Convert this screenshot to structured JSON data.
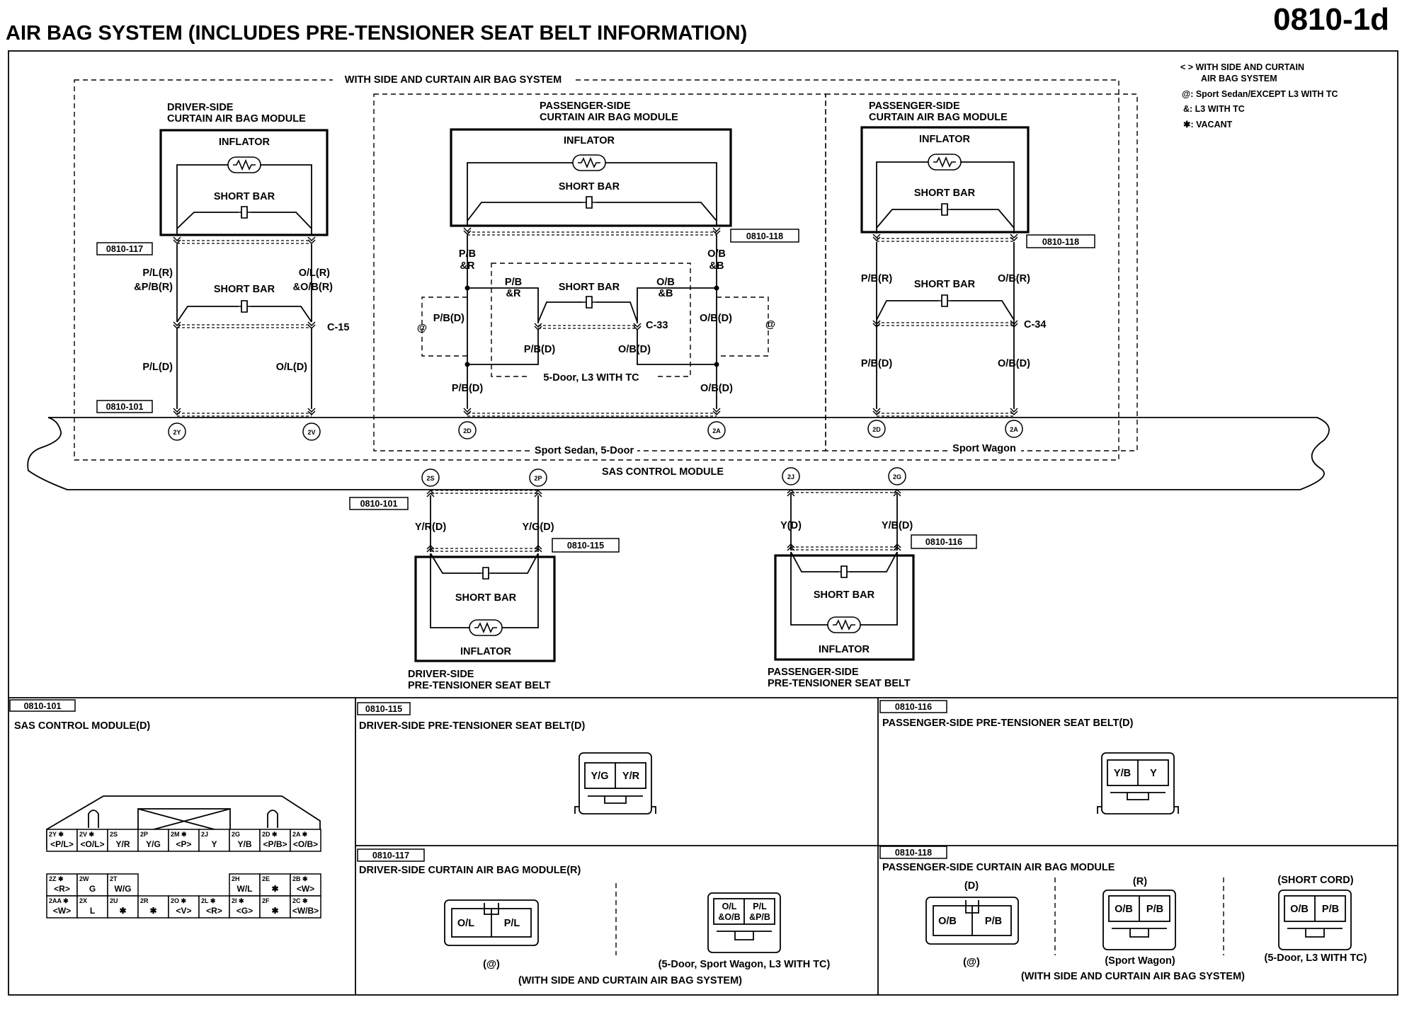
{
  "page": {
    "title": "AIR BAG SYSTEM (INCLUDES PRE-TENSIONER SEAT BELT INFORMATION)",
    "page_number": "0810-1d"
  },
  "legend": {
    "line1": "< > WITH SIDE AND CURTAIN",
    "line2": "AIR BAG SYSTEM",
    "line3": "@: Sport Sedan/EXCEPT L3 WITH TC",
    "line4": "&: L3 WITH TC",
    "line5": "✱: VACANT"
  },
  "labels": {
    "with_side_curtain": "WITH SIDE AND CURTAIN AIR BAG SYSTEM",
    "driver_curtain_1": "DRIVER-SIDE",
    "driver_curtain_2": "CURTAIN AIR BAG MODULE",
    "pass_curtain_1": "PASSENGER-SIDE",
    "pass_curtain_2": "CURTAIN AIR BAG MODULE",
    "inflator": "INFLATOR",
    "short_bar": "SHORT BAR",
    "ref_117": "0810-117",
    "ref_118": "0810-118",
    "ref_101": "0810-101",
    "ref_115": "0810-115",
    "ref_116": "0810-116",
    "pl_r": "P/L(R)",
    "pb_r_amp": "&P/B(R)",
    "ol_r": "O/L(R)",
    "ob_r_amp": "&O/B(R)",
    "c15": "C-15",
    "c33": "C-33",
    "c34": "C-34",
    "pl_d": "P/L(D)",
    "ol_d": "O/L(D)",
    "pb": "P/B",
    "amp_r": "&R",
    "ob": "O/B",
    "amp_b": "&B",
    "pb_d": "P/B(D)",
    "ob_d": "O/B(D)",
    "pb_r": "P/B(R)",
    "ob_r": "O/B(R)",
    "at": "@",
    "five_door_l3": "5-Door, L3 WITH TC",
    "sport_sedan_5door": "Sport Sedan, 5-Door",
    "sport_wagon": "Sport Wagon",
    "sas_control_module": "SAS CONTROL MODULE",
    "t_2y": "2Y",
    "t_2v": "2V",
    "t_2d": "2D",
    "t_2a": "2A",
    "t_2s": "2S",
    "t_2p": "2P",
    "t_2j": "2J",
    "t_2g": "2G",
    "yr_d": "Y/R(D)",
    "yg_d": "Y/G(D)",
    "y_d": "Y(D)",
    "yb_d": "Y/B(D)",
    "driver_pt_1": "DRIVER-SIDE",
    "driver_pt_2": "PRE-TENSIONER SEAT BELT",
    "pass_pt_1": "PASSENGER-SIDE",
    "pass_pt_2": "PRE-TENSIONER SEAT BELT"
  },
  "panels": {
    "p101": {
      "ref": "0810-101",
      "title": "SAS CONTROL MODULE(D)"
    },
    "p115": {
      "ref": "0810-115",
      "title": "DRIVER-SIDE PRE-TENSIONER SEAT BELT(D)",
      "pins": [
        "Y/G",
        "Y/R"
      ]
    },
    "p116": {
      "ref": "0810-116",
      "title": "PASSENGER-SIDE PRE-TENSIONER SEAT BELT(D)",
      "pins": [
        "Y/B",
        "Y"
      ]
    },
    "p117": {
      "ref": "0810-117",
      "title": "DRIVER-SIDE CURTAIN AIR BAG MODULE(R)",
      "pins_a": [
        "O/L",
        "P/L"
      ],
      "pins_b1": [
        "O/L",
        "&O/B"
      ],
      "pins_b2": [
        "P/L",
        "&P/B"
      ],
      "note_a": "(@)",
      "note_b": "(5-Door, Sport Wagon, L3 WITH TC)",
      "footer": "(WITH SIDE AND CURTAIN AIR BAG SYSTEM)"
    },
    "p118": {
      "ref": "0810-118",
      "title": "PASSENGER-SIDE CURTAIN AIR BAG MODULE",
      "sub_d": "(D)",
      "sub_r": "(R)",
      "sub_short": "(SHORT CORD)",
      "pins": [
        "O/B",
        "P/B"
      ],
      "note_a": "(@)",
      "note_b": "(Sport Wagon)",
      "note_c": "(5-Door, L3 WITH TC)",
      "footer": "(WITH SIDE AND CURTAIN AIR BAG SYSTEM)"
    }
  },
  "sas_connector": {
    "row1": [
      [
        "2Y ✱",
        "<P/L>"
      ],
      [
        "2V ✱",
        "<O/L>"
      ],
      [
        "2S",
        "Y/R"
      ],
      [
        "2P",
        "Y/G"
      ],
      [
        "2M ✱",
        "<P>"
      ],
      [
        "2J",
        "Y"
      ],
      [
        "2G",
        "Y/B"
      ],
      [
        "2D ✱",
        "<P/B>"
      ],
      [
        "2A ✱",
        "<O/B>"
      ]
    ],
    "row2": [
      [
        "2Z ✱",
        "<R>"
      ],
      [
        "2W",
        "G"
      ],
      [
        "2T",
        "W/G"
      ],
      [
        "2H",
        "W/L"
      ],
      [
        "2E",
        "✱"
      ],
      [
        "2B ✱",
        "<W>"
      ]
    ],
    "row3": [
      [
        "2AA ✱",
        "<W>"
      ],
      [
        "2X",
        "L"
      ],
      [
        "2U",
        "✱"
      ],
      [
        "2R",
        "✱"
      ],
      [
        "2O ✱",
        "<V>"
      ],
      [
        "2L ✱",
        "<R>"
      ],
      [
        "2I ✱",
        "<G>"
      ],
      [
        "2F",
        "✱"
      ],
      [
        "2C ✱",
        "<W/B>"
      ]
    ]
  }
}
